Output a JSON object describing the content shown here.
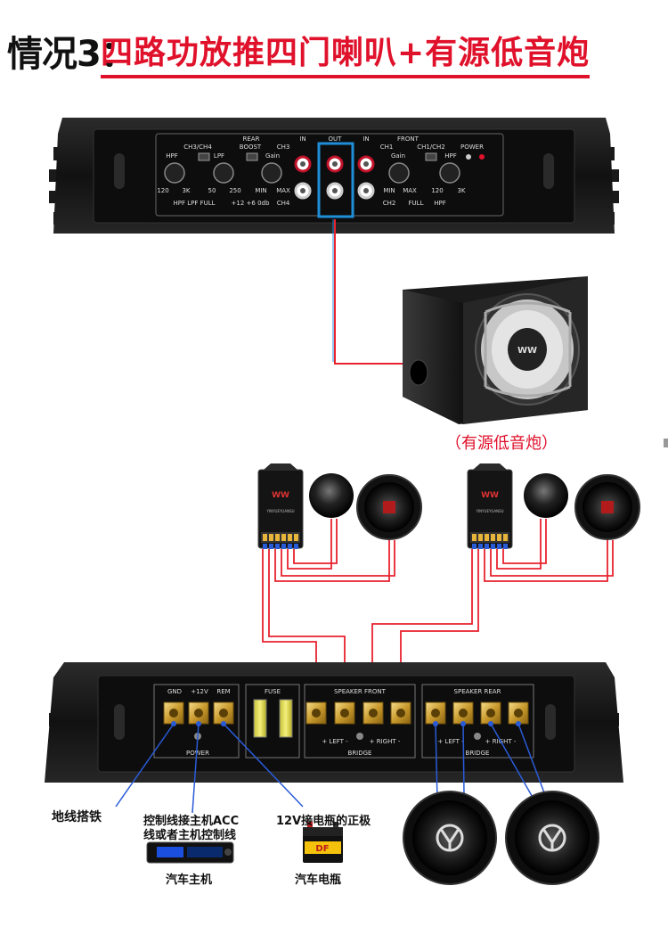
{
  "title": {
    "prefix": "情况3：",
    "main": "四路功放推四门喇叭+有源低音炮"
  },
  "amp_top": {
    "rear_label": "REAR",
    "front_label": "FRONT",
    "in_left": "IN",
    "out": "OUT",
    "in_right": "IN",
    "ch34": "CH3/CH4",
    "boost": "BOOST",
    "ch3": "CH3",
    "ch4": "CH4",
    "ch1": "CH1",
    "ch2": "CH2",
    "ch12": "CH1/CH2",
    "power": "POWER",
    "hpf": "HPF",
    "lpf": "LPF",
    "gain": "Gain",
    "full": "FULL",
    "v120": "120",
    "v3k": "3K",
    "v50": "50",
    "v250": "250",
    "min": "MIN",
    "max": "MAX",
    "boost_vals": "+12 +6  0db",
    "hpf_lpf_full": "HPF  LPF  FULL"
  },
  "subwoofer_caption": "（有源低音炮）",
  "amp_bottom": {
    "gnd": "GND",
    "plus12v": "+12V",
    "rem": "REM",
    "fuse": "FUSE",
    "speaker_front": "SPEAKER  FRONT",
    "speaker_rear": "SPEAKER  REAR",
    "left": "+ LEFT -",
    "right": "+ RIGHT -",
    "power": "POWER",
    "bridge": "BRIDGE"
  },
  "labels": {
    "ground": "地线搭铁",
    "control_line_1": "控制线接主机ACC",
    "control_line_2": "线或者主机控制线",
    "head_unit": "汽车主机",
    "battery_pos": "12V接电瓶的正极",
    "battery": "汽车电瓶"
  },
  "crossover_text": "YINYUEYUANSU",
  "colors": {
    "accent_red": "#e0112b",
    "wire_red": "#e8222f",
    "wire_blue": "#2a5bd7",
    "highlight_box": "#1f8ed6",
    "amp_body": "#1a1a1a"
  }
}
